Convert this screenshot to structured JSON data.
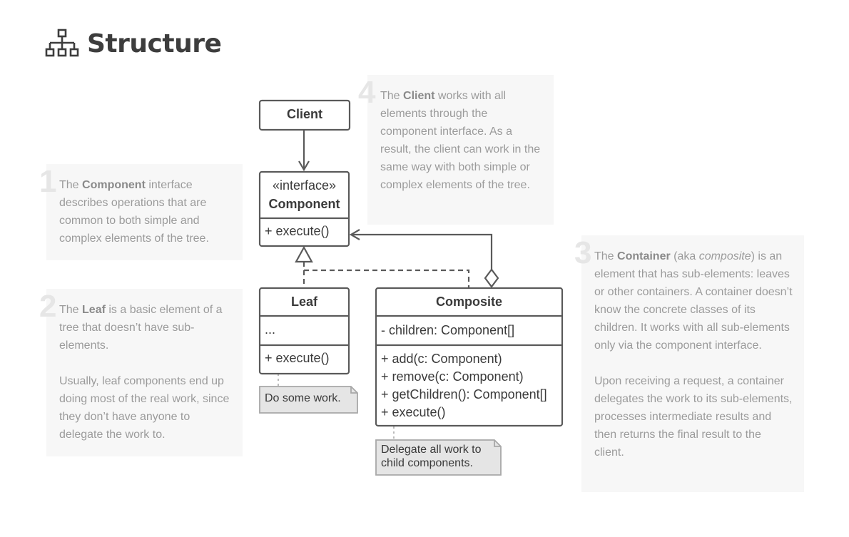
{
  "page": {
    "title": "Structure",
    "icon": "hierarchy-icon"
  },
  "diagram": {
    "client": {
      "name": "Client"
    },
    "component": {
      "stereotype": "«interface»",
      "name": "Component",
      "methods": [
        "+ execute()"
      ]
    },
    "leaf": {
      "name": "Leaf",
      "fields": [
        "..."
      ],
      "methods": [
        "+ execute()"
      ],
      "note": "Do some work."
    },
    "composite": {
      "name": "Composite",
      "fields": [
        "- children: Component[]"
      ],
      "methods": [
        "+ add(c: Component)",
        "+ remove(c: Component)",
        "+ getChildren(): Component[]",
        "+ execute()"
      ],
      "note_lines": [
        "Delegate all work to",
        "child components."
      ]
    }
  },
  "notes": [
    {
      "number": "1",
      "paragraphs": [
        [
          {
            "text": "The "
          },
          {
            "text": "Component",
            "bold": true
          },
          {
            "text": " interface describes operations that are common to both simple and complex elements of the tree."
          }
        ]
      ]
    },
    {
      "number": "2",
      "paragraphs": [
        [
          {
            "text": "The "
          },
          {
            "text": "Leaf",
            "bold": true
          },
          {
            "text": " is a basic element of a tree that doesn’t have sub-elements."
          }
        ],
        [
          {
            "text": "Usually, leaf components end up doing most of the real work, since they don’t have anyone to delegate the work to."
          }
        ]
      ]
    },
    {
      "number": "3",
      "paragraphs": [
        [
          {
            "text": "The "
          },
          {
            "text": "Container",
            "bold": true
          },
          {
            "text": " (aka "
          },
          {
            "text": "composite",
            "italic": true
          },
          {
            "text": ") is an element that has sub-elements: leaves or other containers. A container doesn’t know the concrete classes of its children. It works with all sub-elements only via the component interface."
          }
        ],
        [
          {
            "text": "Upon receiving a request, a container delegates the work to its sub-elements, processes intermediate results and then returns the final result to the client."
          }
        ]
      ]
    },
    {
      "number": "4",
      "paragraphs": [
        [
          {
            "text": "The "
          },
          {
            "text": "Client",
            "bold": true
          },
          {
            "text": " works with all elements through the component interface. As a result, the client can work in the same way with both simple or complex elements of the tree."
          }
        ]
      ]
    }
  ]
}
